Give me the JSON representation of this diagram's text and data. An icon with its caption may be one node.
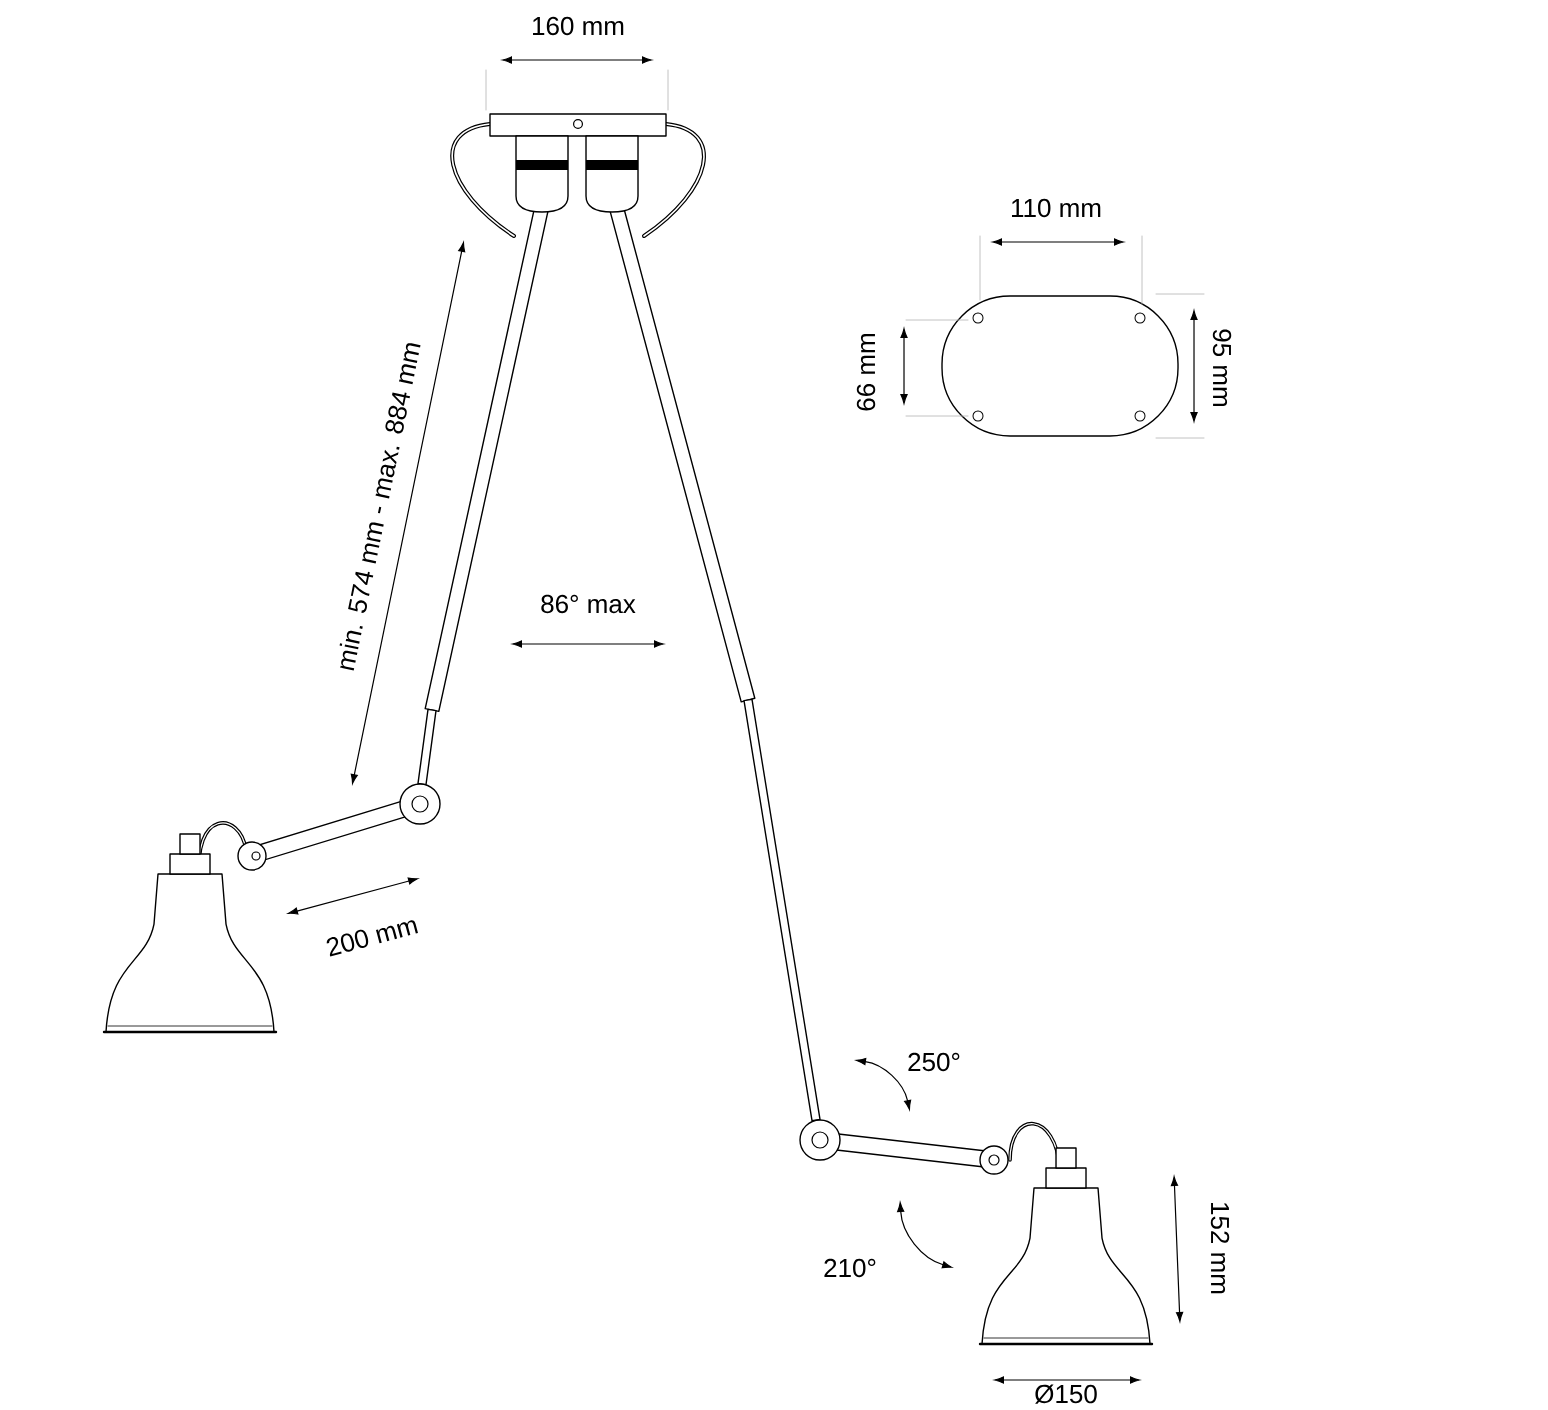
{
  "diagram": {
    "labels": [
      "160 mm",
      "110 mm",
      "66 mm",
      "95 mm",
      "min. 574 mm - max. 884 mm",
      "86° max",
      "200 mm",
      "250°",
      "152 mm",
      "210°",
      "Ø150"
    ]
  }
}
